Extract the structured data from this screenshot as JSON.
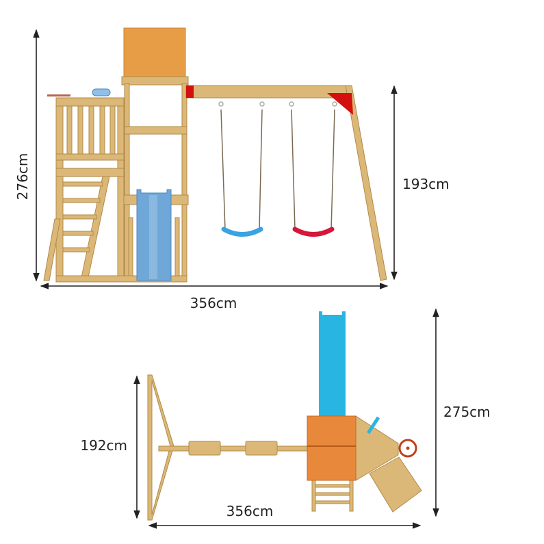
{
  "front_view": {
    "height_total": "276cm",
    "width_total": "356cm",
    "swing_height": "193cm"
  },
  "top_view": {
    "swing_depth": "192cm",
    "width_total": "356cm",
    "depth_total": "275cm"
  },
  "colors": {
    "wood": "#dcb878",
    "roof_front": "#e69d45",
    "roof_top": "#e8883a",
    "slide_front": "#6fa8d8",
    "slide_top": "#29b5e2",
    "swing_blue": "#3aa3e0",
    "swing_red": "#d7163a",
    "bracket_red": "#d40f0f",
    "steering_wheel": "#c0401c"
  }
}
